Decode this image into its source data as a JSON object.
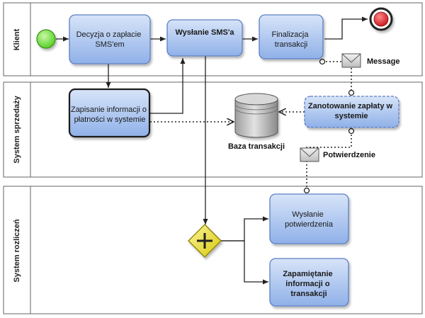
{
  "lanes": [
    {
      "id": "klient",
      "label": "Klient"
    },
    {
      "id": "sprzedaz",
      "label": "System sprzedaży"
    },
    {
      "id": "rozliczen",
      "label": "System rozliczeń"
    }
  ],
  "tasks": {
    "decyzja": [
      "Decyzja o zapłacie",
      "SMS'em"
    ],
    "wyslanie_sms": [
      "Wysłanie SMS'a"
    ],
    "finalizacja": [
      "Finalizacja",
      "transakcji"
    ],
    "zapisanie": [
      "Zapisanie informacji o",
      "płatności w systemie"
    ],
    "zanotowanie": [
      "Zanotowanie zapłaty w",
      "systemie"
    ],
    "wyslanie_potw": [
      "Wysłanie",
      "potwierdzenia"
    ],
    "zapamietanie": [
      "Zapamiętanie",
      "informacji o",
      "transakcji"
    ]
  },
  "data_store": {
    "label": "Baza transakcji"
  },
  "messages": {
    "message": "Message",
    "potwierdzenie": "Potwierdzenie"
  },
  "colors": {
    "task_fill_top": "#c9daf5",
    "task_fill_bottom": "#8fb0e8",
    "task_stroke": "#5b7fc4",
    "start_fill": "#7ee04a",
    "end_fill": "#e0242c",
    "gateway_fill": "#f0e432",
    "lane_stroke": "#666666",
    "flow": "#222222"
  }
}
